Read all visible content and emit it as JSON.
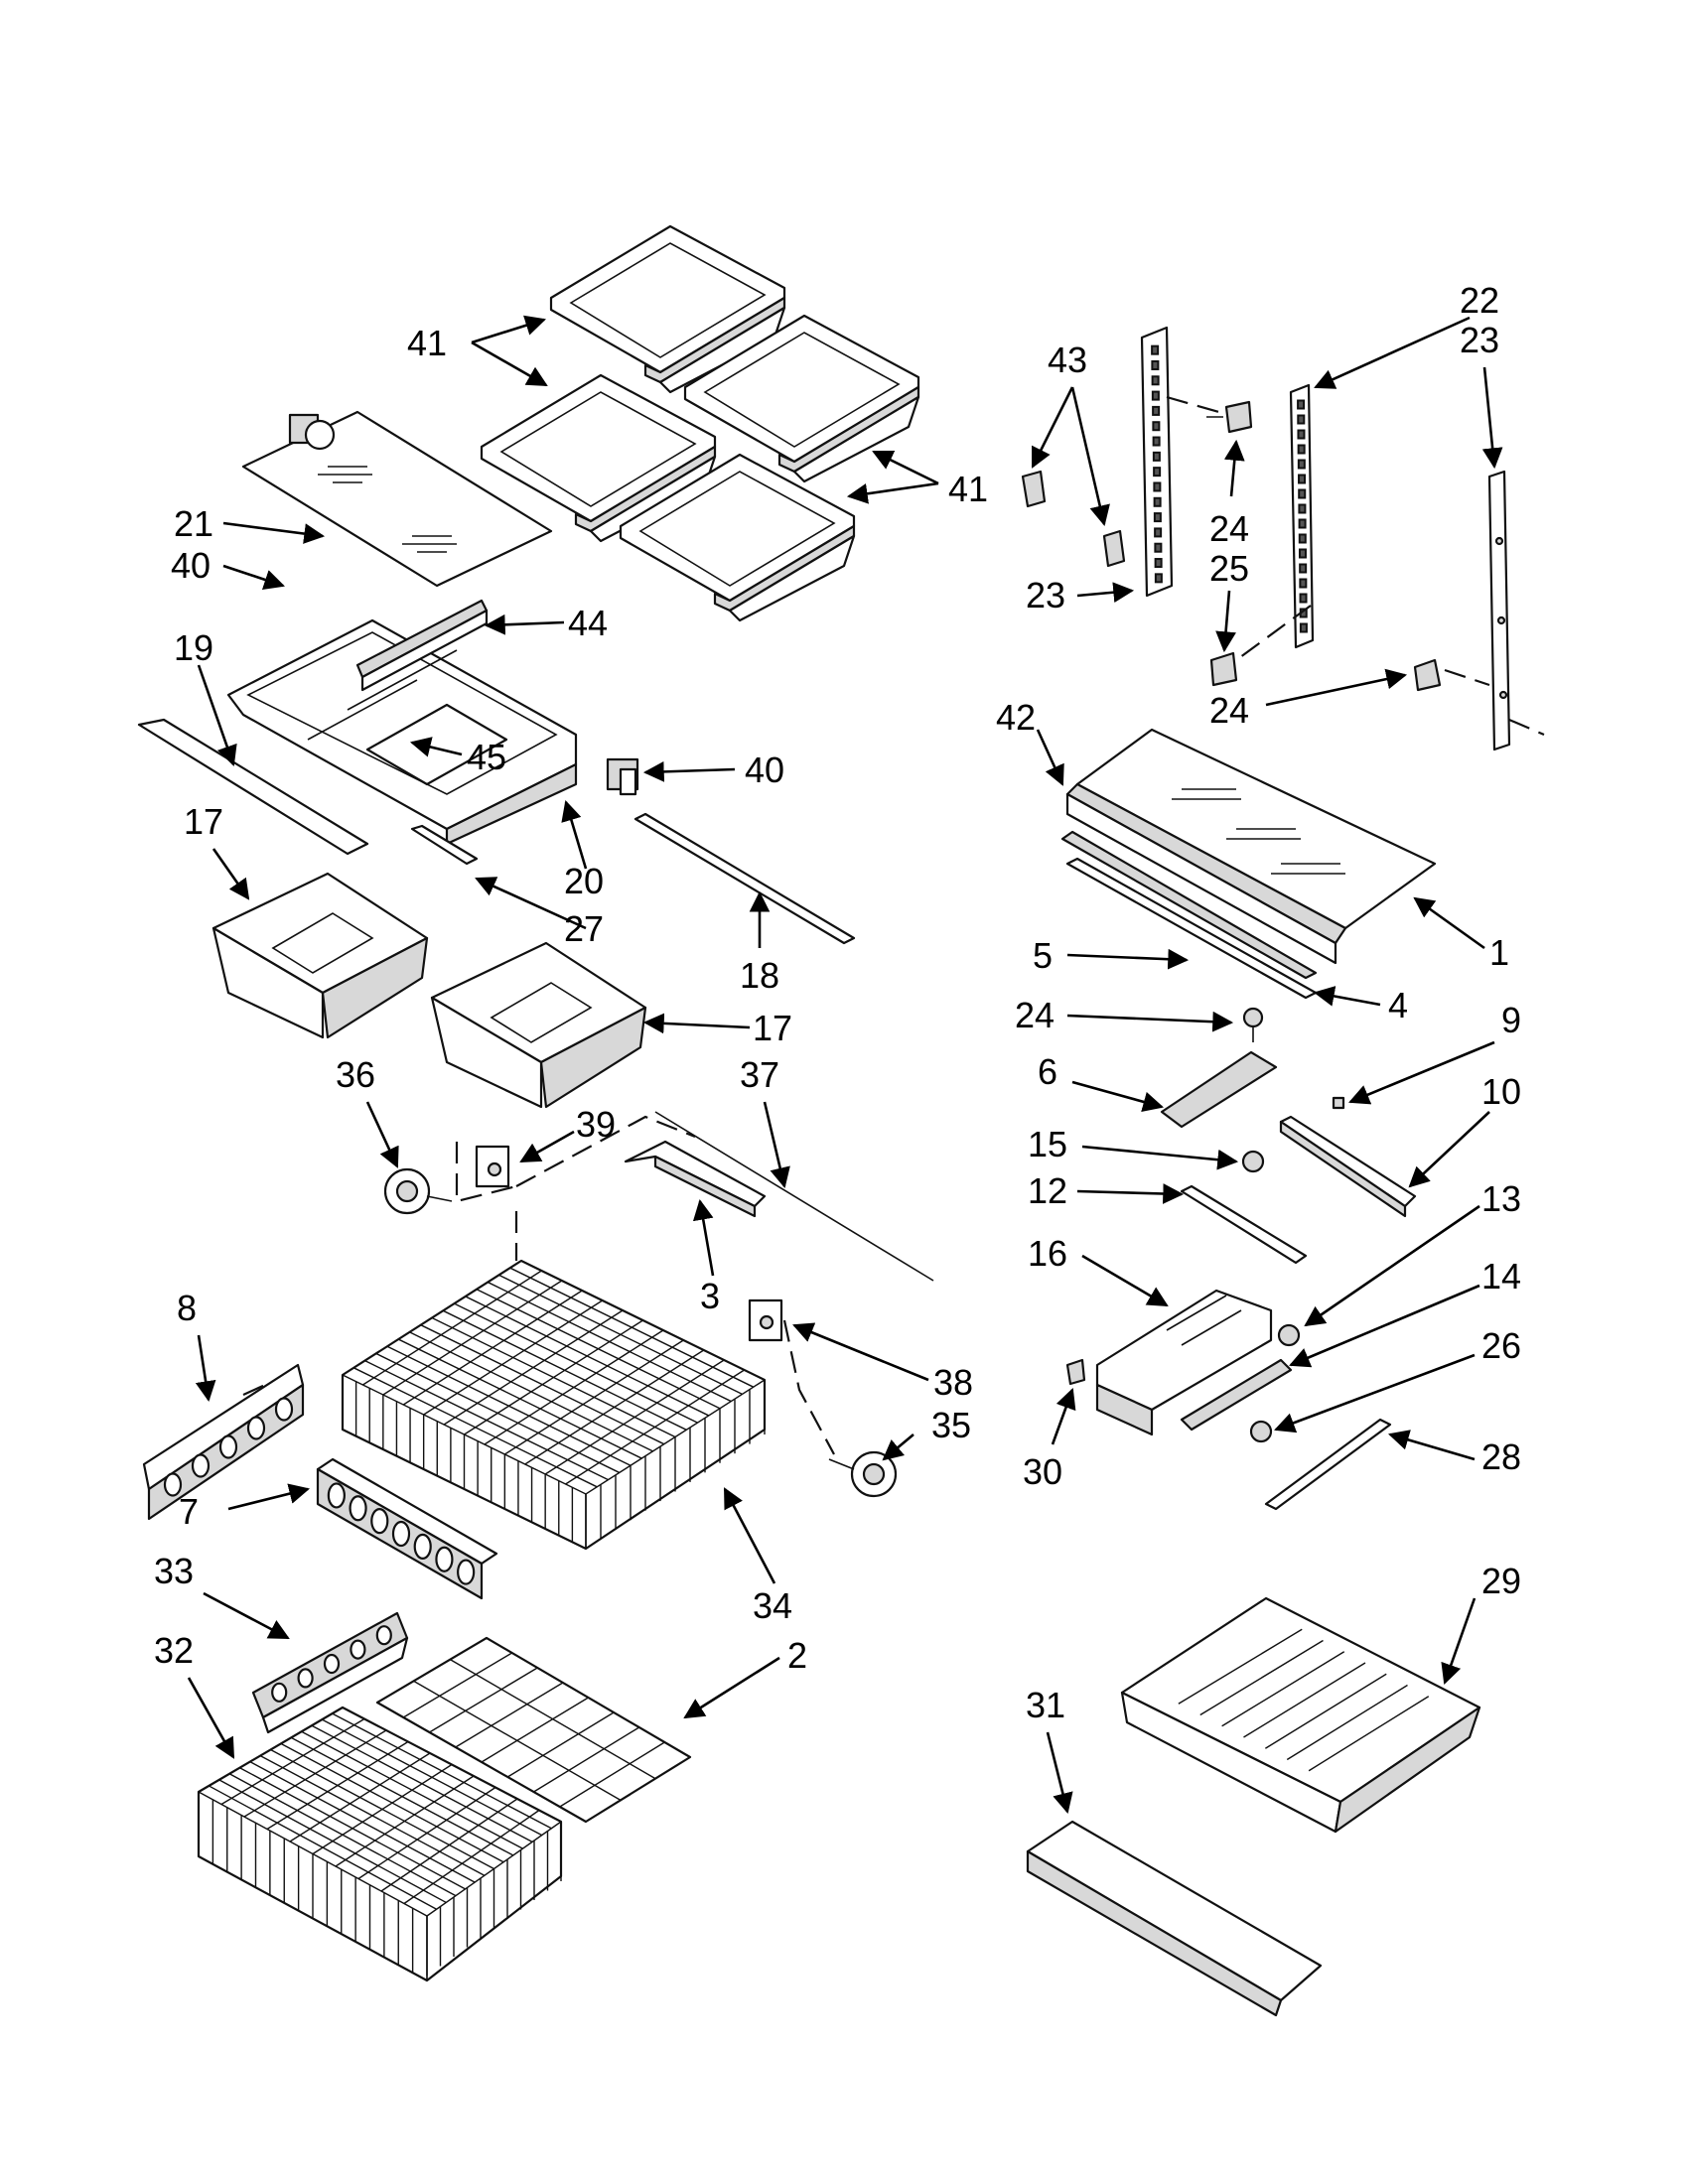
{
  "diagram": {
    "callouts": [
      {
        "id": "c1",
        "text": "1"
      },
      {
        "id": "c2",
        "text": "2"
      },
      {
        "id": "c3",
        "text": "3"
      },
      {
        "id": "c4",
        "text": "4"
      },
      {
        "id": "c5",
        "text": "5"
      },
      {
        "id": "c6",
        "text": "6"
      },
      {
        "id": "c7",
        "text": "7"
      },
      {
        "id": "c8",
        "text": "8"
      },
      {
        "id": "c9",
        "text": "9"
      },
      {
        "id": "c10",
        "text": "10"
      },
      {
        "id": "c12",
        "text": "12"
      },
      {
        "id": "c13",
        "text": "13"
      },
      {
        "id": "c14",
        "text": "14"
      },
      {
        "id": "c15",
        "text": "15"
      },
      {
        "id": "c16",
        "text": "16"
      },
      {
        "id": "c17a",
        "text": "17"
      },
      {
        "id": "c17b",
        "text": "17"
      },
      {
        "id": "c18",
        "text": "18"
      },
      {
        "id": "c19",
        "text": "19"
      },
      {
        "id": "c20",
        "text": "20"
      },
      {
        "id": "c21",
        "text": "21"
      },
      {
        "id": "c22",
        "text": "22"
      },
      {
        "id": "c23a",
        "text": "23"
      },
      {
        "id": "c23b",
        "text": "23"
      },
      {
        "id": "c24a",
        "text": "24"
      },
      {
        "id": "c24b",
        "text": "24"
      },
      {
        "id": "c24c",
        "text": "24"
      },
      {
        "id": "c25",
        "text": "25"
      },
      {
        "id": "c26",
        "text": "26"
      },
      {
        "id": "c27",
        "text": "27"
      },
      {
        "id": "c28",
        "text": "28"
      },
      {
        "id": "c29",
        "text": "29"
      },
      {
        "id": "c30",
        "text": "30"
      },
      {
        "id": "c31",
        "text": "31"
      },
      {
        "id": "c32",
        "text": "32"
      },
      {
        "id": "c33",
        "text": "33"
      },
      {
        "id": "c34",
        "text": "34"
      },
      {
        "id": "c35",
        "text": "35"
      },
      {
        "id": "c36",
        "text": "36"
      },
      {
        "id": "c37",
        "text": "37"
      },
      {
        "id": "c38",
        "text": "38"
      },
      {
        "id": "c39",
        "text": "39"
      },
      {
        "id": "c40a",
        "text": "40"
      },
      {
        "id": "c40b",
        "text": "40"
      },
      {
        "id": "c41a",
        "text": "41"
      },
      {
        "id": "c41b",
        "text": "41"
      },
      {
        "id": "c42",
        "text": "42"
      },
      {
        "id": "c43",
        "text": "43"
      },
      {
        "id": "c44",
        "text": "44"
      },
      {
        "id": "c45",
        "text": "45"
      }
    ]
  }
}
